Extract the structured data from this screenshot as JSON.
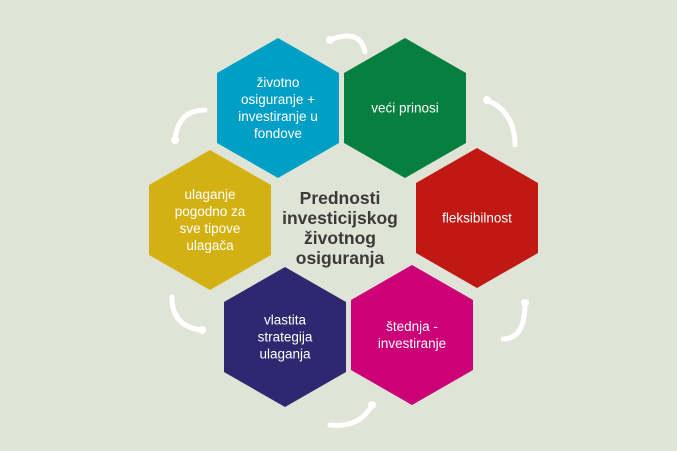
{
  "title": "Prednosti\ninvesticijskog\nživotnog\nosiguranja",
  "colors": {
    "background": "#dfe4d6",
    "arrow": "#ffffff",
    "title": "#3a3a38"
  },
  "hexagons": [
    {
      "label": "životno\nosiguranje +\ninvestiranje u\nfondove",
      "color": "#00a0c6"
    },
    {
      "label": "veći prinosi",
      "color": "#07803f"
    },
    {
      "label": "fleksibilnost",
      "color": "#c01914"
    },
    {
      "label": "štednja -\ninvestiranje",
      "color": "#cc0077"
    },
    {
      "label": "vlastita\nstrategija\nulaganja",
      "color": "#2d2870"
    },
    {
      "label": "ulaganje\npogodno za\nsve tipove\nulagača",
      "color": "#d4b112"
    }
  ],
  "arrow_icons": [
    "curved-arrow-icon"
  ]
}
